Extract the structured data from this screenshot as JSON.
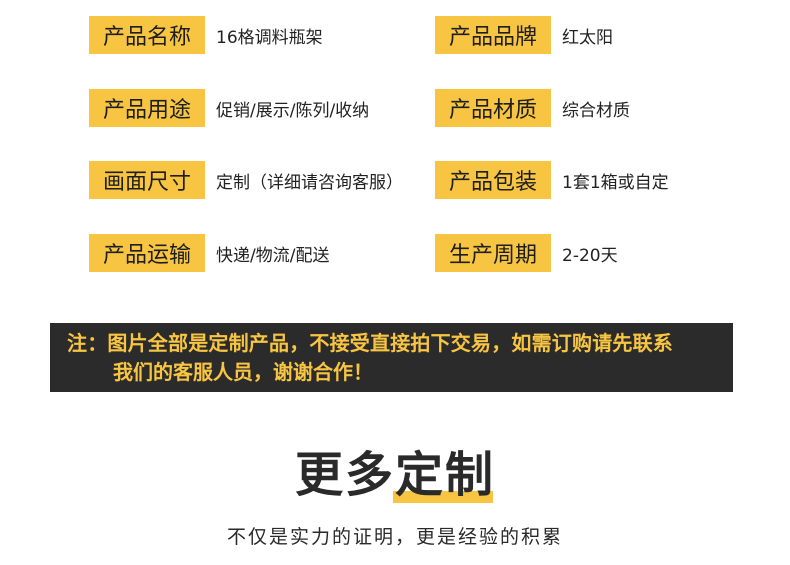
{
  "specs": [
    {
      "label": "产品名称",
      "value": "16格调料瓶架"
    },
    {
      "label": "产品品牌",
      "value": "红太阳"
    },
    {
      "label": "产品用途",
      "value": "促销/展示/陈列/收纳"
    },
    {
      "label": "产品材质",
      "value": "综合材质"
    },
    {
      "label": "画面尺寸",
      "value": "定制（详细请咨询客服）"
    },
    {
      "label": "产品包装",
      "value": "1套1箱或自定"
    },
    {
      "label": "产品运输",
      "value": "快递/物流/配送"
    },
    {
      "label": "生产周期",
      "value": "2-20天"
    }
  ],
  "notice": {
    "line1": "注：图片全部是定制产品，不接受直接拍下交易，如需订购请先联系",
    "line2": "我们的客服人员，谢谢合作！"
  },
  "headline": {
    "text": "更多定制"
  },
  "subline": "不仅是实力的证明，更是经验的积累",
  "colors": {
    "accent_yellow": "#f8c542",
    "notice_bg": "#2b2b2b",
    "text_dark": "#222222"
  }
}
